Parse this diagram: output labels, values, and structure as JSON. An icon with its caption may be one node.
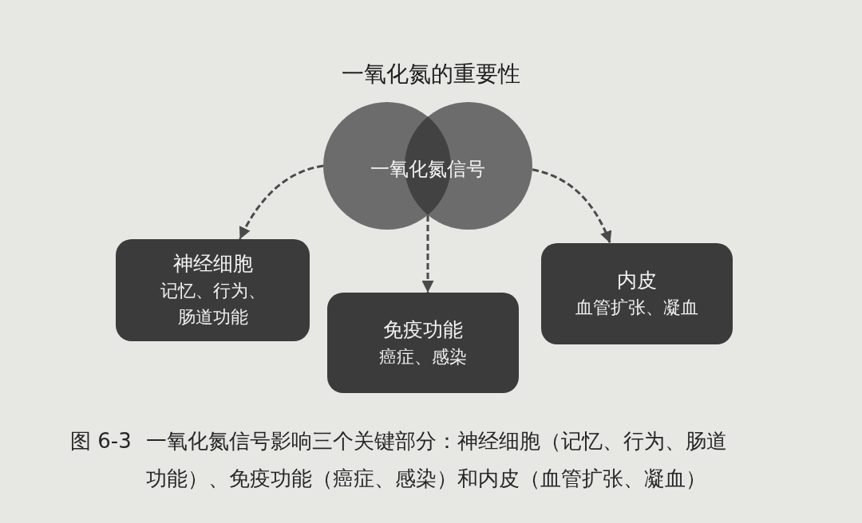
{
  "diagram": {
    "title": "一氧化氮的重要性",
    "nodes": [
      {
        "text": [
          "一氧化氮信号"
        ]
      },
      {
        "text": [
          "神经细胞",
          "记忆、行为、肠道功能"
        ]
      },
      {
        "text": [
          "免疫功能",
          "癌症、感染"
        ]
      },
      {
        "text": [
          "内皮",
          "血管扩张、凝血"
        ]
      }
    ],
    "edges": [
      {
        "from": 0,
        "to": 1,
        "arrow": "to",
        "style": "dashed"
      },
      {
        "from": 0,
        "to": 2,
        "arrow": "to",
        "style": "dashed"
      },
      {
        "from": 0,
        "to": 3,
        "arrow": "to",
        "style": "dashed"
      }
    ],
    "labels": [
      "图 6-3"
    ],
    "caption": "一氧化氮信号影响三个关键部分：神经细胞（记忆、行为、肠道功能）、免疫功能（癌症、感染）和内皮（血管扩张、凝血）"
  }
}
